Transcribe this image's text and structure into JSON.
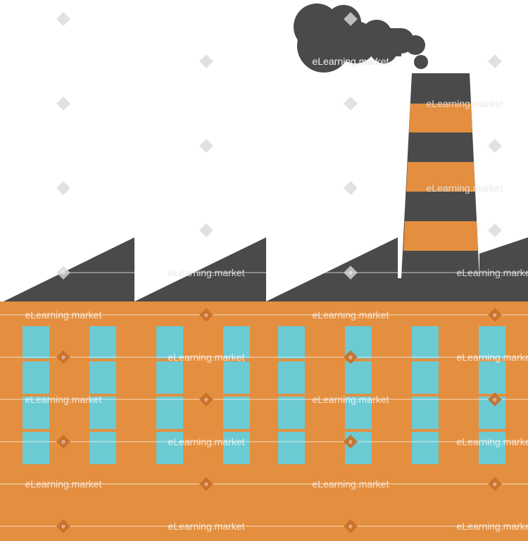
{
  "image": {
    "subject": "factory-illustration",
    "colors": {
      "building_orange": "#e38f3f",
      "roof_gray": "#4a4a4a",
      "chimney_gray": "#4a4a4a",
      "chimney_stripe": "#e38f3f",
      "smoke_gray": "#4a4a4a",
      "window_blue": "#6ccad3",
      "background": "#ffffff"
    }
  },
  "watermark": {
    "text": "eLearning.market",
    "icon": "e"
  }
}
